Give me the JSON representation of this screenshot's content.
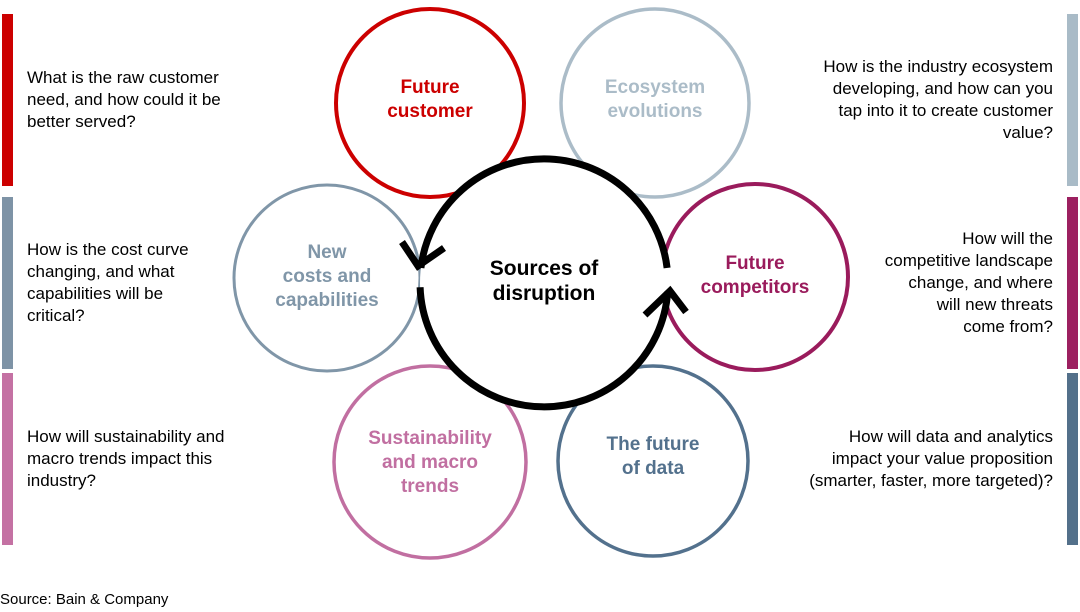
{
  "title": "Sources of disruption",
  "center": {
    "label": "Sources of\ndisruption",
    "arrow_color": "#000000"
  },
  "circles": [
    {
      "id": "future-customer",
      "label": "Future\ncustomer",
      "color": "#CC0000"
    },
    {
      "id": "ecosystem-evolutions",
      "label": "Ecosystem\nevolutions",
      "color": "#ABBCC8"
    },
    {
      "id": "new-costs",
      "label": "New\ncosts and\ncapabilities",
      "color": "#8096A8"
    },
    {
      "id": "future-competitors",
      "label": "Future\ncompetitors",
      "color": "#9A1B5C"
    },
    {
      "id": "sustainability",
      "label": "Sustainability\nand macro\ntrends",
      "color": "#C16FA1"
    },
    {
      "id": "future-of-data",
      "label": "The future\nof data",
      "color": "#53718D"
    }
  ],
  "questions": {
    "left": [
      {
        "text": "What is the raw customer\nneed, and how could it be\nbetter served?",
        "bar_color": "#CC0000"
      },
      {
        "text": "How is the cost curve\nchanging, and what\ncapabilities will be\ncritical?",
        "bar_color": "#7E93A6"
      },
      {
        "text": "How will sustainability and\nmacro trends impact this\nindustry?",
        "bar_color": "#C471A3"
      }
    ],
    "right": [
      {
        "text": "How is the industry ecosystem\ndeveloping, and how can you\ntap into it to create customer\nvalue?",
        "bar_color": "#A9BBC7"
      },
      {
        "text": "How will the\ncompetitive landscape\nchange, and where\nwill new threats\ncome from?",
        "bar_color": "#9C2060"
      },
      {
        "text": "How will data and analytics\nimpact your value proposition\n(smarter, faster, more targeted)?",
        "bar_color": "#53708A"
      }
    ]
  },
  "source": "Source: Bain & Company"
}
